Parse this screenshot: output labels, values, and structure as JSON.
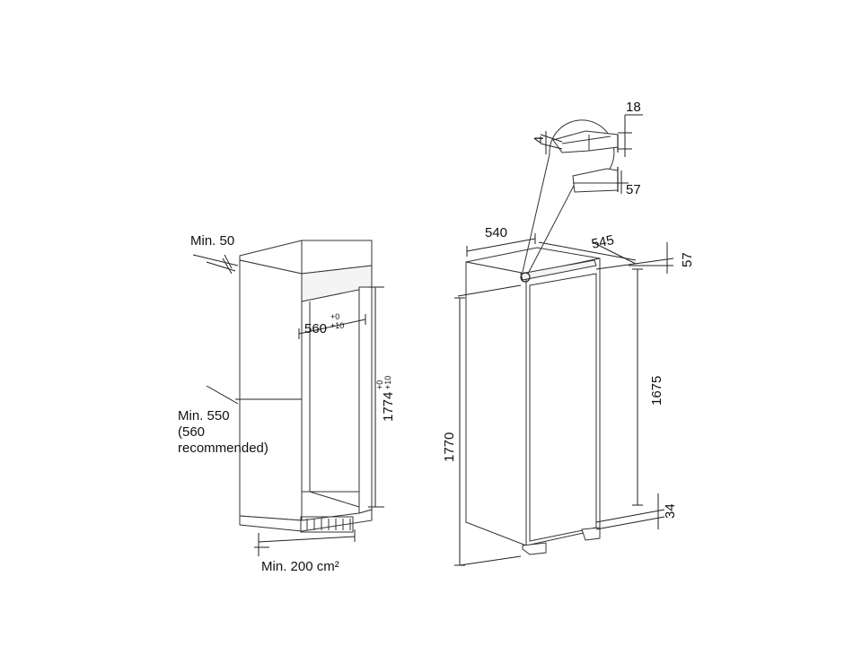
{
  "niche": {
    "min_top_gap": "Min. 50",
    "niche_width": "560",
    "niche_width_tol_top": "+0",
    "niche_width_tol_bottom": "+10",
    "niche_height": "1774",
    "niche_height_tol_top": "+0",
    "niche_height_tol_bottom": "+10",
    "min_depth_line1": "Min. 550",
    "min_depth_line2": "(560",
    "min_depth_line3": "recommended)",
    "vent_area": "Min. 200 cm²"
  },
  "appliance": {
    "width": "540",
    "depth": "545",
    "top_offset": "57",
    "door_height": "1675",
    "total_height": "1770",
    "bottom_offset": "34"
  },
  "detail": {
    "dim_top": "18",
    "dim_left": "4",
    "dim_bottom": "57"
  }
}
